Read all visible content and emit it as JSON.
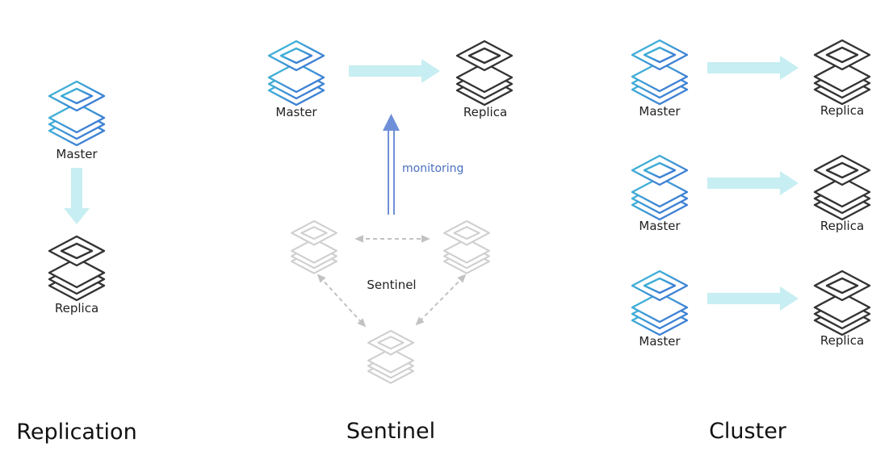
{
  "colors": {
    "master_gradient_start": "#3fc4d8",
    "master_gradient_end": "#3e6bd3",
    "replica_stroke": "#333333",
    "sentinel_stroke": "#cfcfcf",
    "replication_arrow": "#c7eef2",
    "monitoring_arrow": "#6f8fd8",
    "sentinel_link": "#c2c2c2"
  },
  "replication": {
    "title": "Replication",
    "master_label": "Master",
    "replica_label": "Replica"
  },
  "sentinel": {
    "title": "Sentinel",
    "master_label": "Master",
    "replica_label": "Replica",
    "monitoring_label": "monitoring",
    "sentinel_label": "Sentinel"
  },
  "cluster": {
    "title": "Cluster",
    "pairs": [
      {
        "master_label": "Master",
        "replica_label": "Replica"
      },
      {
        "master_label": "Master",
        "replica_label": "Replica"
      },
      {
        "master_label": "Master",
        "replica_label": "Replica"
      }
    ]
  }
}
